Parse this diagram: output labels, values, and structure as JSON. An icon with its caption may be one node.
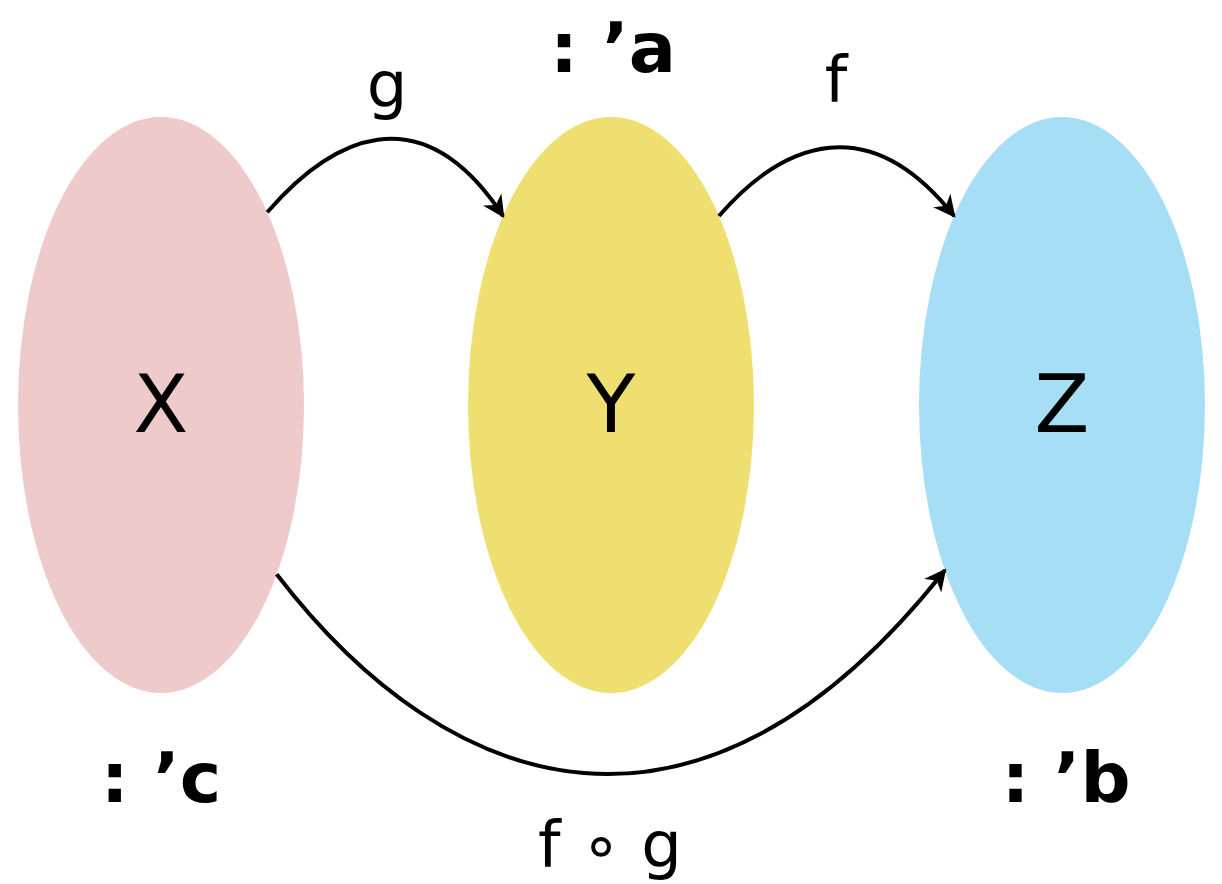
{
  "diagram": {
    "nodes": [
      {
        "text": [
          "X"
        ],
        "beside": [
          ": ’c"
        ]
      },
      {
        "text": [
          "Y"
        ],
        "beside": [
          ": ’a"
        ]
      },
      {
        "text": [
          "Z"
        ],
        "beside": [
          ": ’b"
        ]
      }
    ],
    "edges": [
      {
        "from": 0,
        "to": 1,
        "arrow": "to",
        "label": "g"
      },
      {
        "from": 1,
        "to": 2,
        "arrow": "to",
        "label": "f"
      },
      {
        "from": 0,
        "to": 2,
        "arrow": "to",
        "label": "f ∘ g"
      }
    ]
  }
}
